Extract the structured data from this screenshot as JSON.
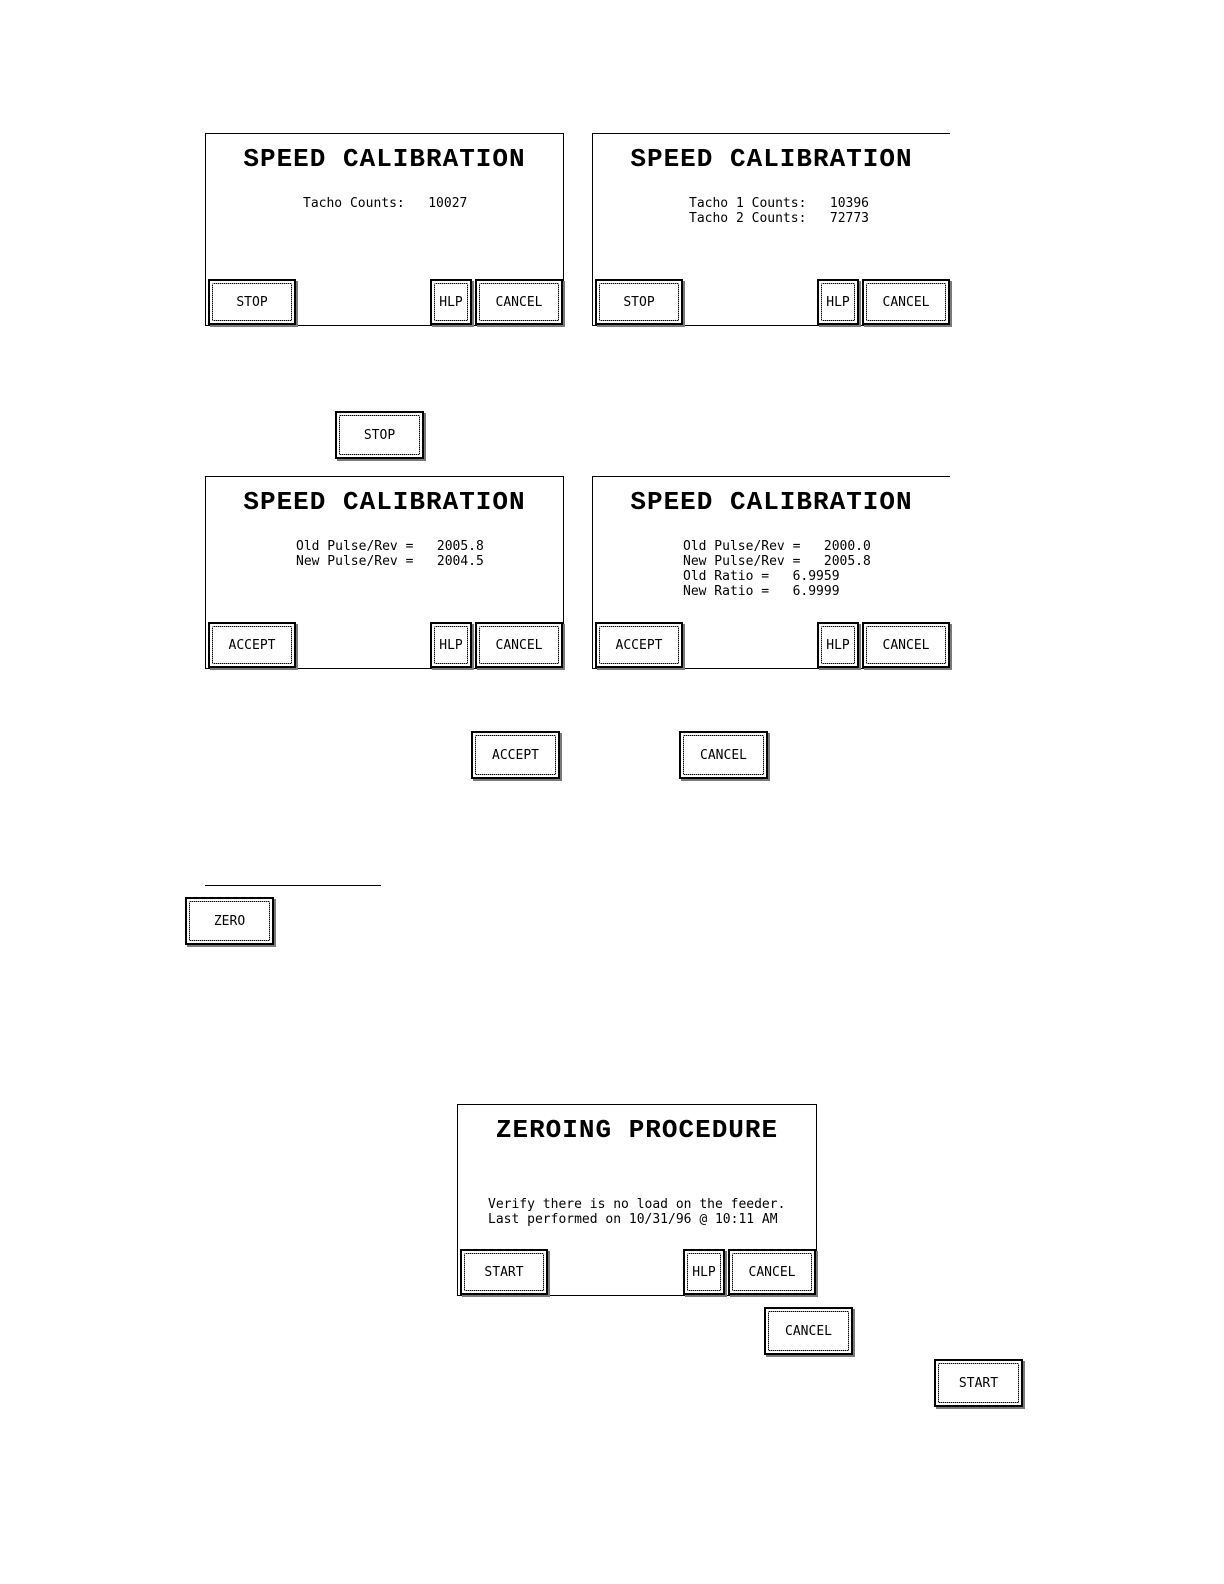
{
  "screen1": {
    "title": "SPEED CALIBRATION",
    "body": "Tacho Counts:   10027",
    "buttons": {
      "left": "STOP",
      "help": "HLP",
      "cancel": "CANCEL"
    }
  },
  "screen2": {
    "title": "SPEED CALIBRATION",
    "body": "Tacho 1 Counts:   10396\nTacho 2 Counts:   72773",
    "buttons": {
      "left": "STOP",
      "help": "HLP",
      "cancel": "CANCEL"
    }
  },
  "standalone_stop": "STOP",
  "screen3": {
    "title": "SPEED CALIBRATION",
    "body": "Old Pulse/Rev =   2005.8\nNew Pulse/Rev =   2004.5",
    "buttons": {
      "left": "ACCEPT",
      "help": "HLP",
      "cancel": "CANCEL"
    }
  },
  "screen4": {
    "title": "SPEED CALIBRATION",
    "body": "Old Pulse/Rev =   2000.0\nNew Pulse/Rev =   2005.8\nOld Ratio =   6.9959\nNew Ratio =   6.9999",
    "buttons": {
      "left": "ACCEPT",
      "help": "HLP",
      "cancel": "CANCEL"
    }
  },
  "standalone_accept": "ACCEPT",
  "standalone_cancel_1": "CANCEL",
  "standalone_zero": "ZERO",
  "screen5": {
    "title": "ZEROING PROCEDURE",
    "body": "Verify there is no load on the feeder.\nLast performed on 10/31/96 @ 10:11 AM",
    "buttons": {
      "left": "START",
      "help": "HLP",
      "cancel": "CANCEL"
    }
  },
  "standalone_cancel_2": "CANCEL",
  "standalone_start": "START"
}
